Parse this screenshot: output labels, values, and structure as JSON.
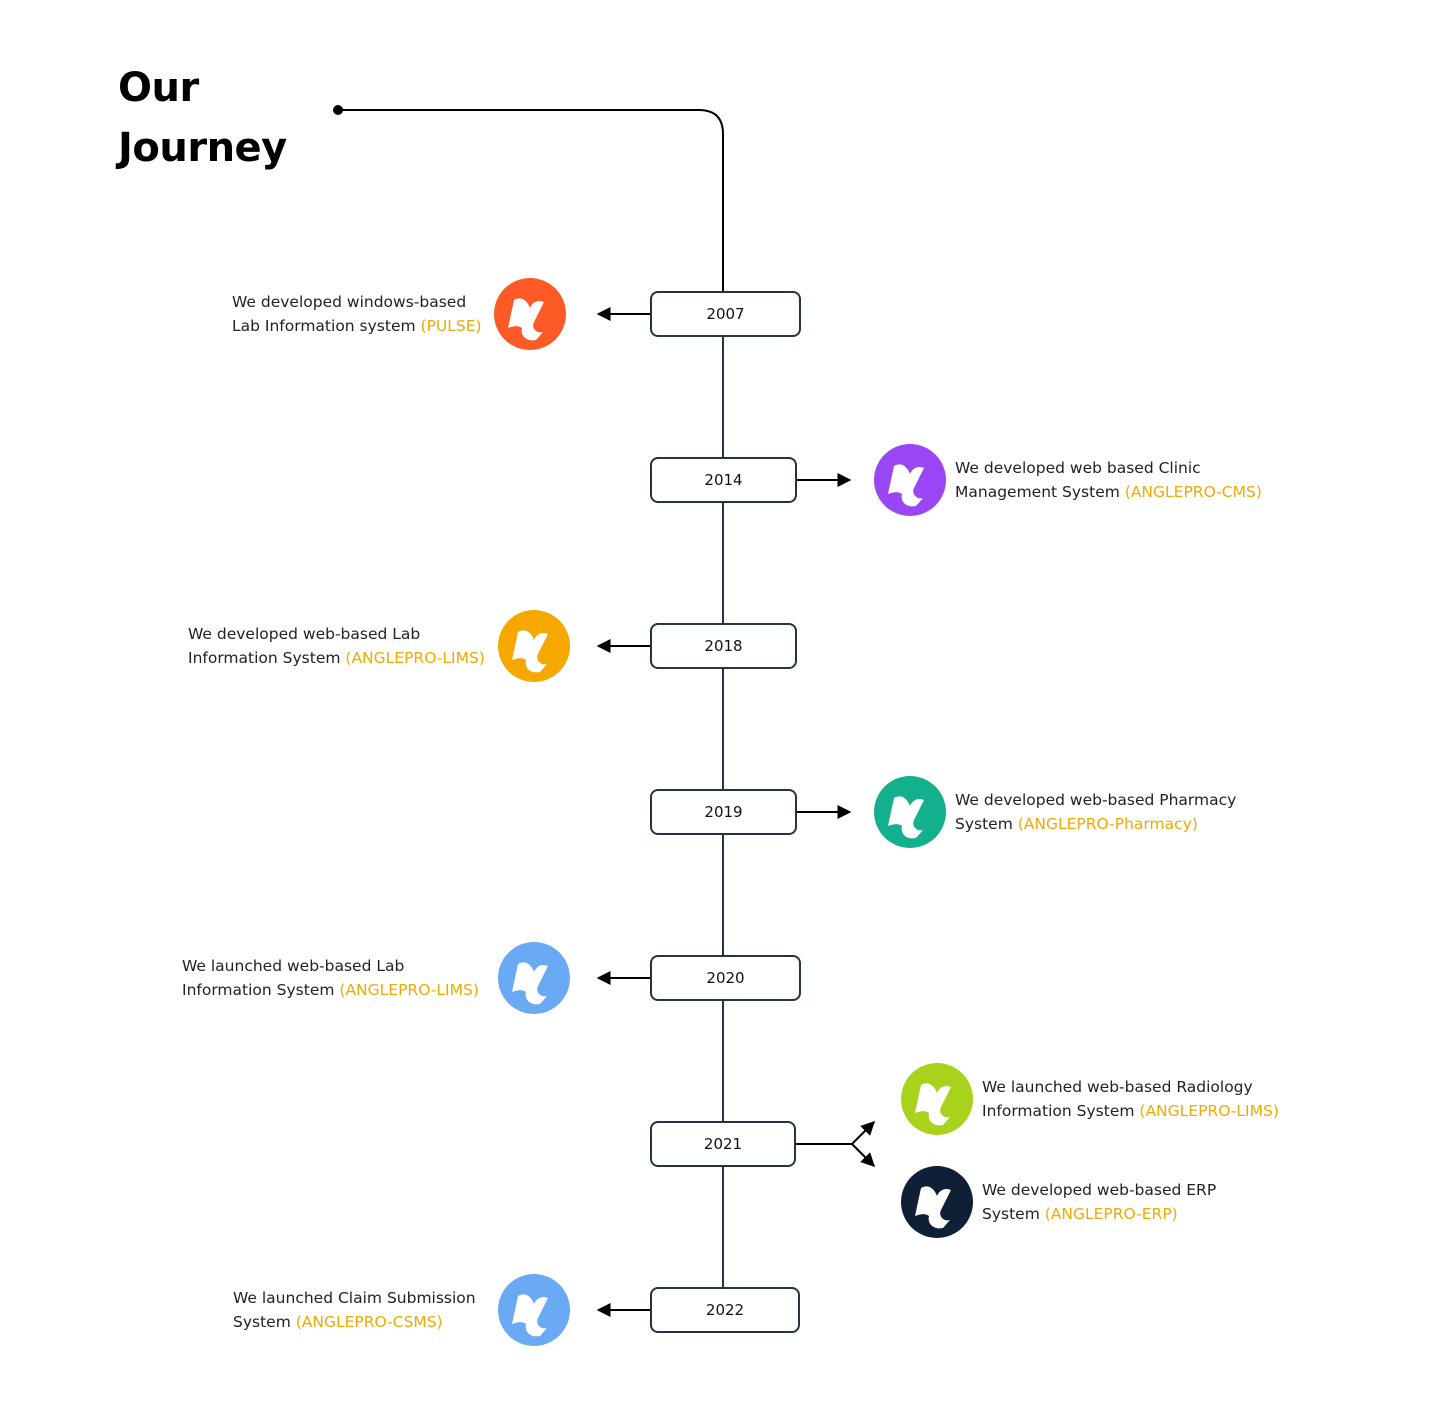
{
  "title": {
    "line1": "Our",
    "line2": "Journey"
  },
  "colors": {
    "timeline": "#243447",
    "product": "#f2a900"
  },
  "milestones": [
    {
      "year": "2007",
      "side": "left",
      "entries": [
        {
          "line1": "We developed windows-based",
          "line2": "Lab Information system",
          "product": "(PULSE)",
          "icon": "anglepro-logo-icon",
          "color": "#fd5a26"
        }
      ]
    },
    {
      "year": "2014",
      "side": "right",
      "entries": [
        {
          "line1": "We developed web based Clinic",
          "line2": "Management System",
          "product": "(ANGLEPRO-CMS)",
          "icon": "anglepro-logo-icon",
          "color": "#9b46f5"
        }
      ]
    },
    {
      "year": "2018",
      "side": "left",
      "entries": [
        {
          "line1": "We developed web-based Lab",
          "line2": "Information System",
          "product": "(ANGLEPRO-LIMS)",
          "icon": "anglepro-logo-icon",
          "color": "#f6a800"
        }
      ]
    },
    {
      "year": "2019",
      "side": "right",
      "entries": [
        {
          "line1": "We developed web-based Pharmacy",
          "line2": "System",
          "product": "(ANGLEPRO-Pharmacy)",
          "icon": "anglepro-logo-icon",
          "color": "#13b08e"
        }
      ]
    },
    {
      "year": "2020",
      "side": "left",
      "entries": [
        {
          "line1": "We launched web-based Lab",
          "line2": "Information System",
          "product": "(ANGLEPRO-LIMS)",
          "icon": "anglepro-logo-icon",
          "color": "#6aa9f4"
        }
      ]
    },
    {
      "year": "2021",
      "side": "right",
      "entries": [
        {
          "line1": "We launched web-based Radiology",
          "line2": "Information System",
          "product": "(ANGLEPRO-LIMS)",
          "icon": "anglepro-logo-icon",
          "color": "#a9d21c"
        },
        {
          "line1": "We developed web-based ERP",
          "line2": "System",
          "product": "(ANGLEPRO-ERP)",
          "icon": "anglepro-logo-icon",
          "color": "#0e1f36"
        }
      ]
    },
    {
      "year": "2022",
      "side": "left",
      "entries": [
        {
          "line1": "We launched Claim Submission",
          "line2": "System",
          "product": "(ANGLEPRO-CSMS)",
          "icon": "anglepro-logo-icon",
          "color": "#6aa9f4"
        }
      ]
    }
  ]
}
